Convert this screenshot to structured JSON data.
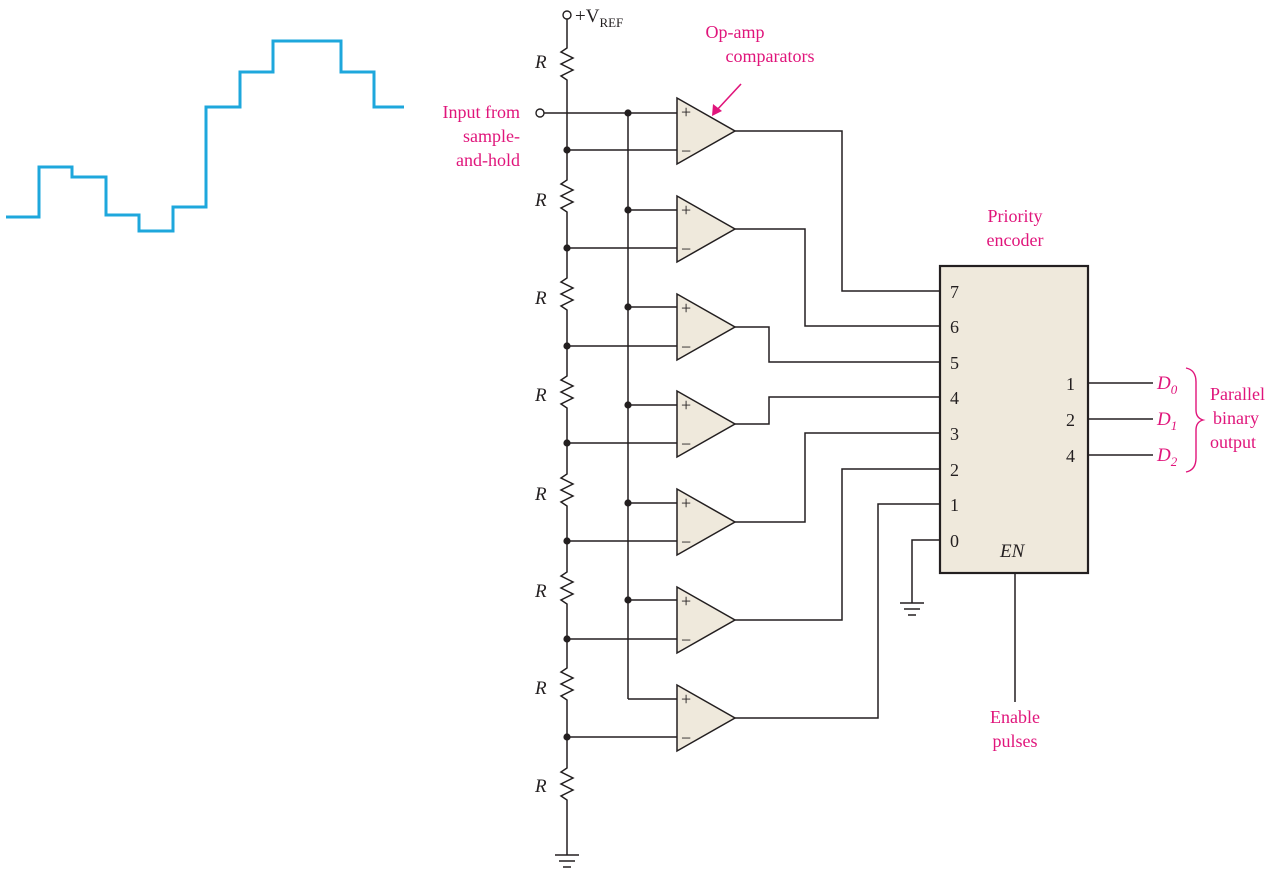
{
  "labels": {
    "vref_prefix": "+V",
    "vref_sub": "REF",
    "resistor": "R",
    "input_line1": "Input from",
    "input_line2": "sample-",
    "input_line3": "and-hold",
    "opamp_line1": "Op-amp",
    "opamp_line2": "comparators",
    "encoder_line1": "Priority",
    "encoder_line2": "encoder",
    "en": "EN",
    "enable_line1": "Enable",
    "enable_line2": "pulses",
    "parallel_line1": "Parallel",
    "parallel_line2": "binary",
    "parallel_line3": "output",
    "plus": "+",
    "minus": "−"
  },
  "encoder_inputs": [
    "7",
    "6",
    "5",
    "4",
    "3",
    "2",
    "1",
    "0"
  ],
  "encoder_outputs": [
    "1",
    "2",
    "4"
  ],
  "outputs": [
    {
      "name": "D",
      "sub": "0"
    },
    {
      "name": "D",
      "sub": "1"
    },
    {
      "name": "D",
      "sub": "2"
    }
  ],
  "colors": {
    "waveform": "#1ea7dc",
    "annotation": "#e0157b",
    "component_fill": "#efe9dc",
    "line": "#231f20"
  }
}
